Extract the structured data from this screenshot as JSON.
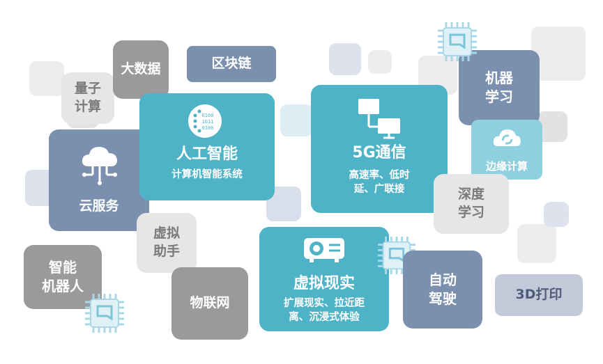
{
  "tiles": {
    "liangzi": "量子\n计算",
    "dashuju": "大数据",
    "qukuailian": "区块链",
    "ai_title": "人工智能",
    "ai_sub": "计算机智能系统",
    "g5_title": "5G通信",
    "g5_sub": "高速率、低时\n延、广联接",
    "jiqi": "机器\n学习",
    "bianyuan": "边缘计算",
    "yunfuwu": "云服务",
    "shendu": "深度\n学习",
    "xuni_zhushou": "虚拟\n助手",
    "vr_title": "虚拟现实",
    "vr_sub": "扩展现实、拉近距\n离、沉浸式体验",
    "zhineng": "智能\n机器人",
    "wulian": "物联网",
    "zidong": "自动\n驾驶",
    "dayin": "3D打印"
  },
  "chip_icon_text": "0100\n1011\n0100",
  "colors": {
    "teal": "#4fb3c8",
    "slate": "#7b8fae",
    "dark_gray": "#9a9a9a",
    "light_gray": "#e6e6e6",
    "light_teal": "#8ecfe0"
  }
}
